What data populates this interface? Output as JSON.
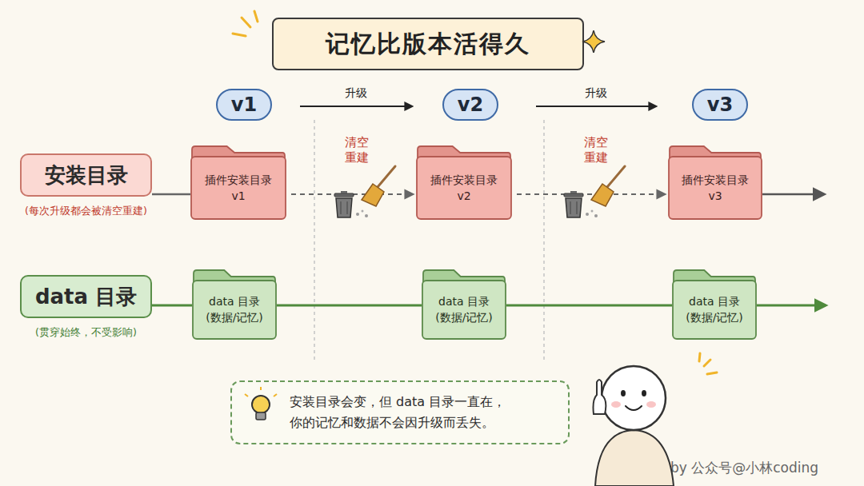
{
  "diagram": {
    "title": "记忆比版本活得久",
    "nodes": [
      {
        "text": [
          "v1"
        ]
      },
      {
        "text": [
          "v2"
        ]
      },
      {
        "text": [
          "v3"
        ]
      },
      {
        "text": [
          "安装目录",
          "(每次升级都会被清空重建)"
        ]
      },
      {
        "text": [
          "插件安装目录 v1"
        ]
      },
      {
        "text": [
          "插件安装目录 v2"
        ]
      },
      {
        "text": [
          "插件安装目录 v3"
        ]
      },
      {
        "text": [
          "data 目录",
          "(贯穿始终，不受影响)"
        ]
      },
      {
        "text": [
          "data 目录 (数据/记忆)"
        ]
      },
      {
        "text": [
          "data 目录 (数据/记忆)"
        ]
      },
      {
        "text": [
          "data 目录 (数据/记忆)"
        ]
      },
      {
        "text": [
          "安装目录会变，但 data 目录一直在，你的记忆和数据不会因升级而丢失。"
        ]
      }
    ],
    "edges": [
      {
        "from": 0,
        "to": 1,
        "arrow": "to",
        "label": "升级"
      },
      {
        "from": 1,
        "to": 2,
        "arrow": "to",
        "label": "升级"
      },
      {
        "from": 3,
        "to": 4,
        "arrow": "none"
      },
      {
        "from": 4,
        "to": 5,
        "arrow": "to",
        "label": "清空 重建"
      },
      {
        "from": 5,
        "to": 6,
        "arrow": "to",
        "label": "清空 重建"
      },
      {
        "from": 7,
        "to": 8,
        "arrow": "none"
      },
      {
        "from": 8,
        "to": 9,
        "arrow": "none"
      },
      {
        "from": 9,
        "to": 10,
        "arrow": "none"
      }
    ],
    "labels": [
      "by 公众号@小林coding"
    ]
  }
}
